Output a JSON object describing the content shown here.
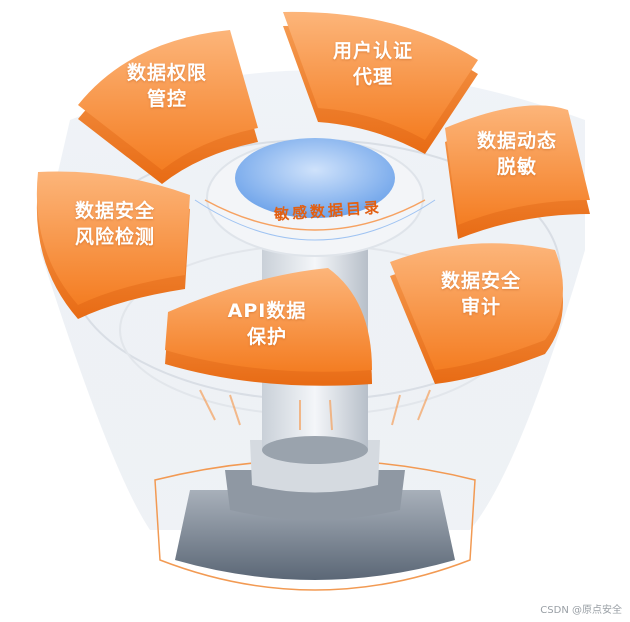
{
  "center": {
    "label": "敏感数据目录"
  },
  "segments": {
    "permission": {
      "line1": "数据权限",
      "line2": "管控"
    },
    "auth": {
      "line1": "用户认证",
      "line2": "代理"
    },
    "masking": {
      "line1": "数据动态",
      "line2": "脱敏"
    },
    "risk": {
      "line1": "数据安全",
      "line2": "风险检测"
    },
    "api": {
      "line1": "API数据",
      "line2": "保护"
    },
    "audit": {
      "line1": "数据安全",
      "line2": "审计"
    }
  },
  "watermark": "CSDN @原点安全",
  "colors": {
    "accent": "#f58a34",
    "accent_light": "#fcb57a",
    "base": "#5b6776",
    "disk": "#7fb3ee"
  }
}
